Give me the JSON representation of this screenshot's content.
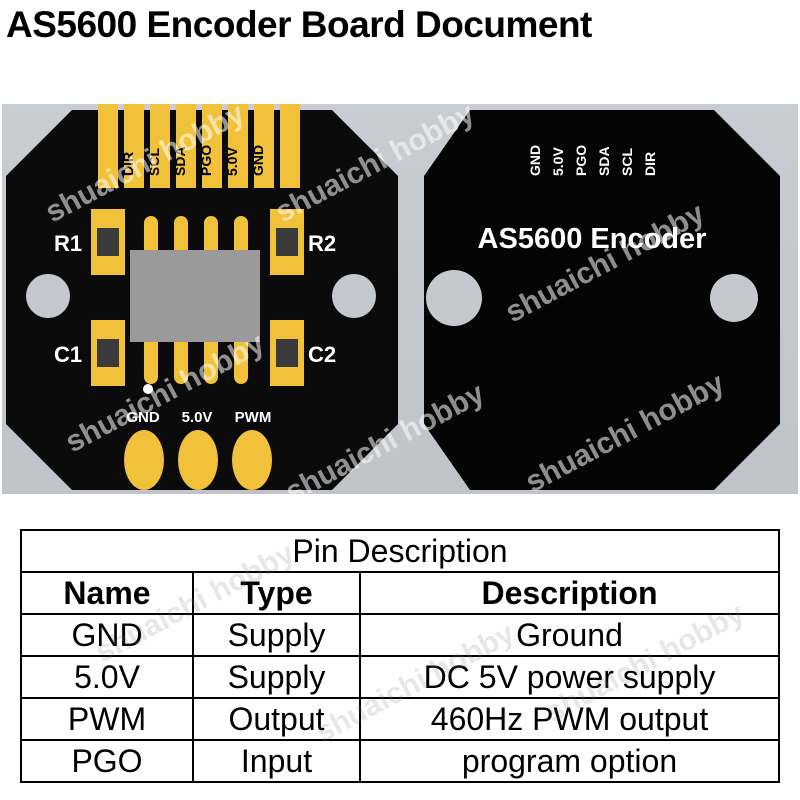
{
  "title": "AS5600 Encoder Board Document",
  "board_front": {
    "top_pads": [
      "DIR",
      "SCL",
      "SDA",
      "PGO",
      "5.0V",
      "GND"
    ],
    "components": {
      "r1": "R1",
      "r2": "R2",
      "c1": "C1",
      "c2": "C2"
    },
    "bottom_pads": [
      "GND",
      "5.0V",
      "PWM"
    ]
  },
  "board_back": {
    "pin_labels": [
      "GND",
      "5.0V",
      "PGO",
      "SDA",
      "SCL",
      "DIR"
    ],
    "name": "AS5600 Encoder"
  },
  "watermark": "shuaichi hobby",
  "table": {
    "caption": "Pin Description",
    "headers": [
      "Name",
      "Type",
      "Description"
    ],
    "rows": [
      [
        "GND",
        "Supply",
        "Ground"
      ],
      [
        "5.0V",
        "Supply",
        "DC 5V power supply"
      ],
      [
        "PWM",
        "Output",
        "460Hz PWM output"
      ],
      [
        "PGO",
        "Input",
        "program option"
      ]
    ]
  },
  "colors": {
    "board": "#0b0b0c",
    "pad_gold": "#f2c13a",
    "chip": "#9a9a9a",
    "background": "#c5c8ce"
  }
}
